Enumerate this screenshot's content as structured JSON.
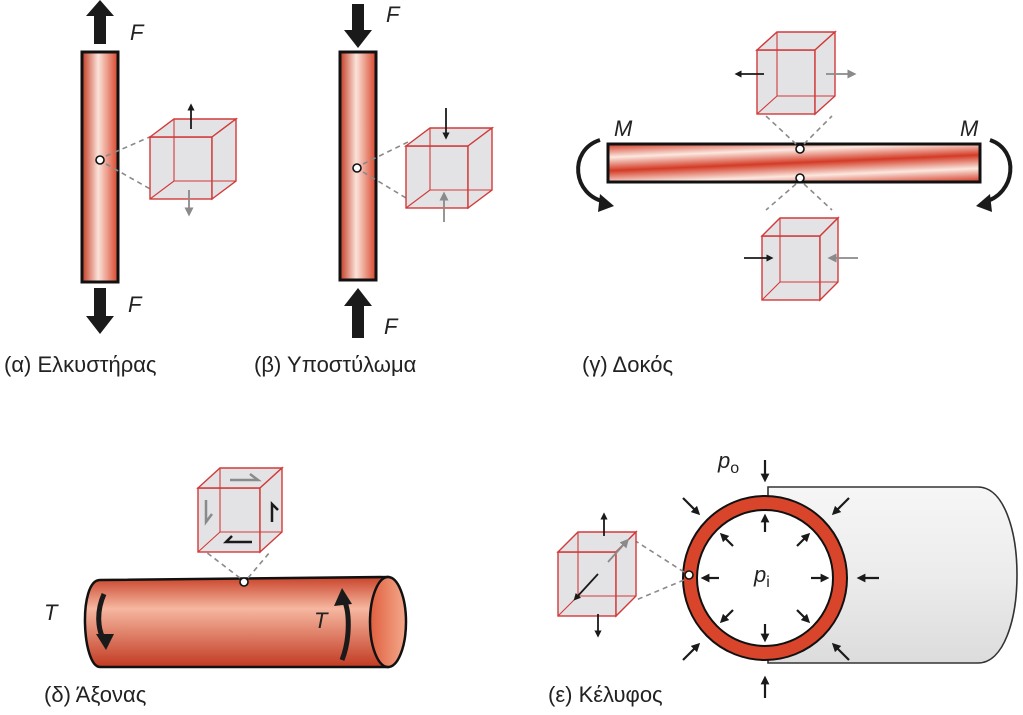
{
  "captions": {
    "a": "(α)  Ελκυστήρας",
    "b": "(β)  Υποστύλωμα",
    "c": "(γ) Δοκός",
    "d": "(δ) Άξονας",
    "e": "(ε) Κέλυφος"
  },
  "symbols": {
    "force": "F",
    "moment": "M",
    "torque": "T",
    "pressure": "p",
    "outer_sub": "o",
    "inner_sub": "i"
  },
  "colors": {
    "member_red": "#d9452b",
    "member_highlight": "#fbe3da",
    "cube_edge": "#d23a3a",
    "cube_fill": "#e3e3e5",
    "arrow_black": "#1a1a1a",
    "arrow_gray": "#8a8a8a",
    "shell_gray": "#ebebeb"
  }
}
